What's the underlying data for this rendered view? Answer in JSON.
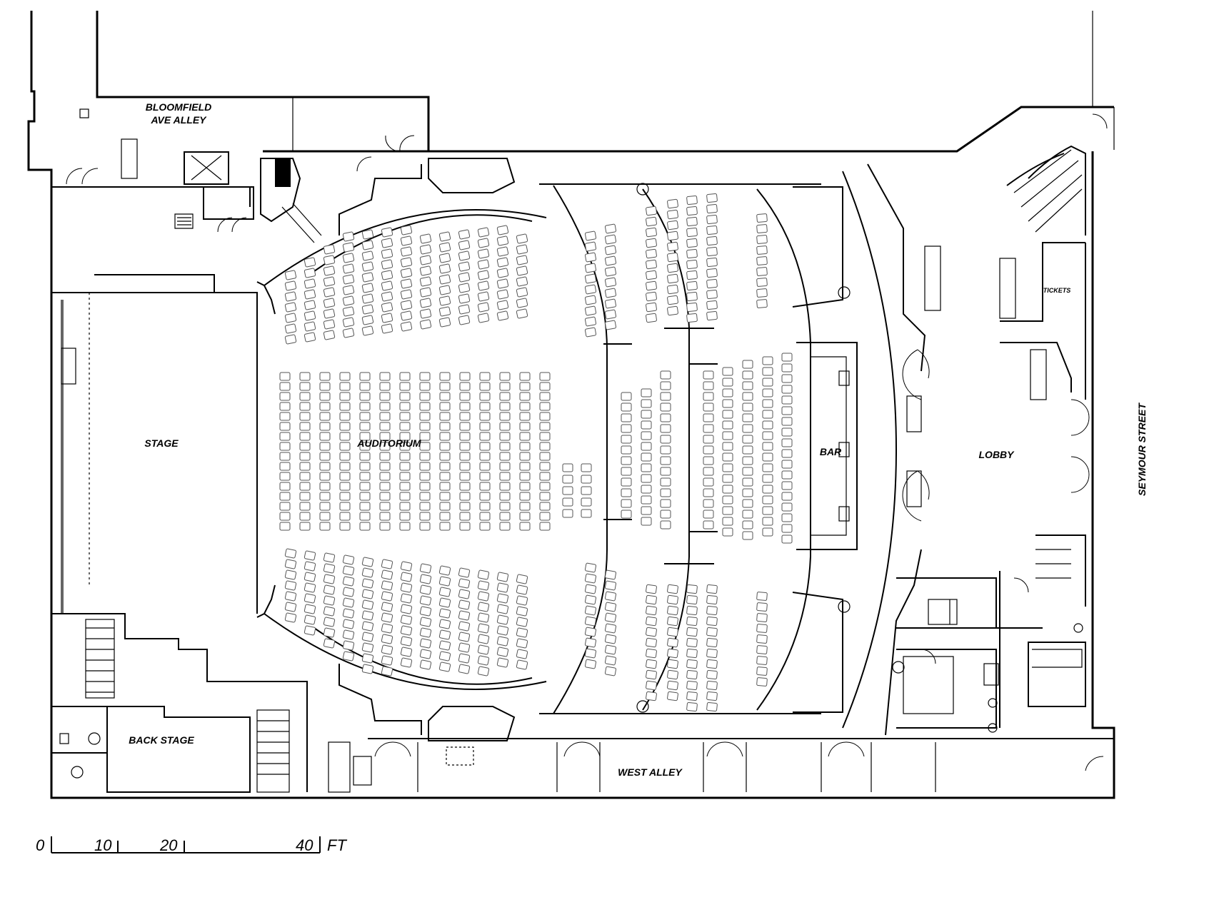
{
  "labels": {
    "bloomfield_line1": "BLOOMFIELD",
    "bloomfield_line2": "AVE ALLEY",
    "stage": "STAGE",
    "auditorium": "AUDITORIUM",
    "bar": "BAR",
    "lobby": "LOBBY",
    "tickets": "TICKETS",
    "seymour_street": "SEYMOUR STREET",
    "back_stage": "BACK STAGE",
    "west_alley": "WEST ALLEY"
  },
  "scale_bar": {
    "ticks": [
      "0",
      "10",
      "20",
      "40"
    ],
    "unit": "FT"
  },
  "colors": {
    "line": "#000000",
    "seat_stroke": "#555555",
    "background": "#ffffff"
  }
}
